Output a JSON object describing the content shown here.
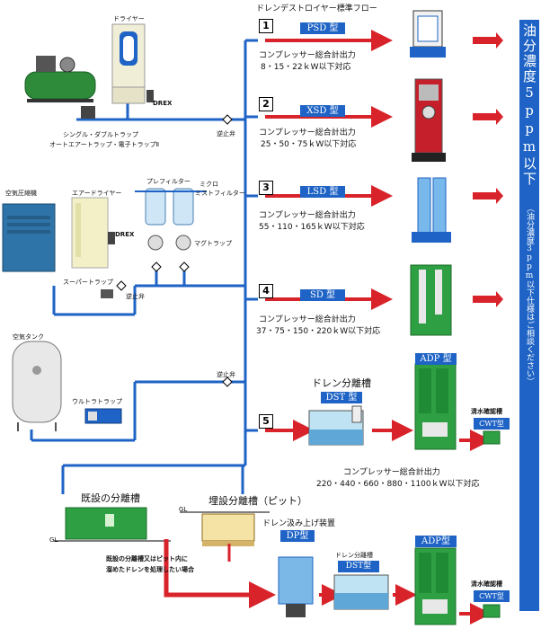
{
  "title": "ドレンデストロイヤー標準フロー",
  "banner": {
    "main": "油分濃度5ppm以下",
    "sub": "（油分濃度3ppm以下仕様はご相談ください）"
  },
  "top_equipment": {
    "dryer": "ドライヤー",
    "drex": "DREX",
    "trap_line1": "シングル・ダブルトラップ",
    "trap_line2": "オートエアートラップ・電子トラップⅡ",
    "check_valve": "逆止弁"
  },
  "middle_equipment": {
    "compressor": "空気圧縮機",
    "air_dryer": "エアードライヤー",
    "prefilter": "プレフィルター",
    "micro_filter_1": "ミクロ",
    "micro_filter_2": "ミストフィルター",
    "drex": "DREX",
    "mag_trap": "マグトラップ",
    "super_trap": "スーパートラップ",
    "check_valve": "逆止弁"
  },
  "lower_equipment": {
    "air_tank": "空気タンク",
    "ultra_trap": "ウルトラトラップ",
    "check_valve": "逆止弁"
  },
  "models": [
    {
      "num": "1",
      "badge": "PSD 型",
      "line1": "コンプレッサー総合計出力",
      "line2": "8・15・22ｋW以下対応"
    },
    {
      "num": "2",
      "badge": "XSD 型",
      "line1": "コンプレッサー総合計出力",
      "line2": "25・50・75ｋW以下対応"
    },
    {
      "num": "3",
      "badge": "LSD 型",
      "line1": "コンプレッサー総合計出力",
      "line2": "55・110・165ｋW以下対応"
    },
    {
      "num": "4",
      "badge": "SD 型",
      "line1": "コンプレッサー総合計出力",
      "line2": "37・75・150・220ｋW以下対応"
    }
  ],
  "model5": {
    "num": "5",
    "separator_title": "ドレン分離槽",
    "dst_badge": "DST 型",
    "adp_badge": "ADP 型",
    "confirm_title": "清水確認槽",
    "cwt_badge": "CWT型",
    "line1": "コンプレッサー総合計出力",
    "line2": "220・440・660・880・1100ｋW以下対応"
  },
  "bottom": {
    "existing_tank": "既設の分離槽",
    "buried_tank": "埋設分離槽（ピット）",
    "gl": "GL",
    "note_line1": "既設の分離槽又はピット内に",
    "note_line2": "溜めたドレンを処理したい場合",
    "pump_title": "ドレン汲み上げ装置",
    "dp_badge": "DP型",
    "separator_title": "ドレン分離槽",
    "dst_badge": "DST型",
    "adp_badge": "ADP型",
    "confirm_title": "清水確認槽",
    "cwt_badge": "CWT型"
  },
  "colors": {
    "pipe": "#1e63c5",
    "arrow": "#d8232a",
    "badge": "#1e63c5",
    "machine_green": "#2ea043"
  }
}
